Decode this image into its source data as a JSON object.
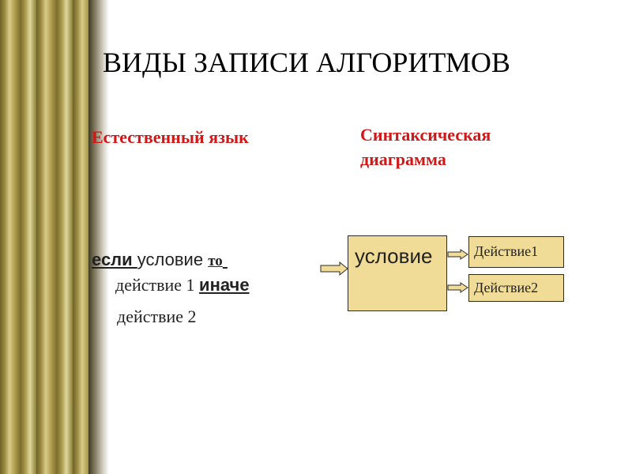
{
  "slide": {
    "title": "ВИДЫ ЗАПИСИ АЛГОРИТМОВ",
    "left_heading": "Естественный язык",
    "right_heading_line1": "Синтаксическая",
    "right_heading_line2": "диаграмма",
    "natural_language": {
      "if_keyword": "если ",
      "condition": "условие ",
      "then_keyword": "то",
      "action1": "действие 1 ",
      "else_keyword": "иначе",
      "action2": "действие 2"
    },
    "diagram": {
      "condition_label": "условие",
      "action1_label": "Действие1",
      "action2_label": "Действие2"
    },
    "colors": {
      "heading": "#d01818",
      "box_fill": "#f0dc96"
    }
  }
}
